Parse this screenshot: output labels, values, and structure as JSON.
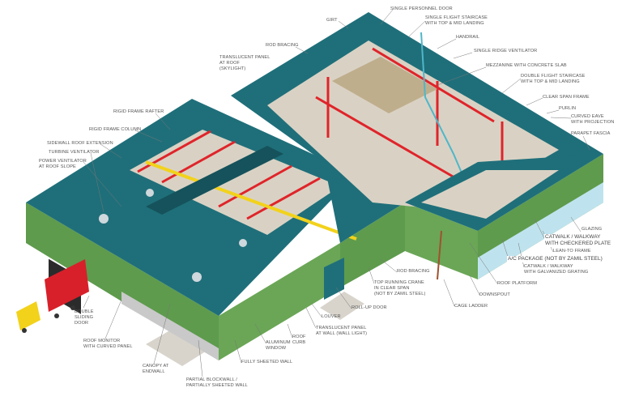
{
  "colors": {
    "roof": "#1f6f7a",
    "roof_dark": "#15525b",
    "wall": "#5e9b4d",
    "wall_dark": "#4a7f3c",
    "steel": "#e0242a",
    "crane": "#f2d21b",
    "glazing": "#bfe3ee",
    "floor": "#d9d2c4",
    "truck": "#d8202a"
  },
  "labels": {
    "single_personnel_door": [
      "SINGLE PERSONNEL DOOR"
    ],
    "girt": [
      "GIRT"
    ],
    "single_flight_staircase": [
      "SINGLE FLIGHT STAIRCASE",
      "WITH TOP & MID LANDING"
    ],
    "handrail": [
      "HANDRAIL"
    ],
    "rod_bracing_top": [
      "ROD BRACING"
    ],
    "single_ridge_ventilator": [
      "SINGLE RIDGE VENTILATOR"
    ],
    "translucent_panel_roof": [
      "TRANSLUCENT PANEL",
      "AT ROOF",
      "(SKYLIGHT)"
    ],
    "mezzanine": [
      "MEZZANINE WITH CONCRETE SLAB"
    ],
    "double_flight_staircase": [
      "DOUBLE FLIGHT STAIRCASE",
      "WITH TOP & MID LANDING"
    ],
    "clear_span_frame": [
      "CLEAR SPAN FRAME"
    ],
    "purlin": [
      "PURLIN"
    ],
    "curved_eave": [
      "CURVED EAVE",
      "WITH PROJECTION"
    ],
    "parapet_fascia": [
      "PARAPET FASCIA"
    ],
    "rigid_frame_rafter": [
      "RIGID FRAME RAFTER"
    ],
    "rigid_frame_column": [
      "RIGID FRAME COLUMN"
    ],
    "sidewall_roof_extension": [
      "SIDEWALL ROOF EXTENSION"
    ],
    "turbine_ventilator": [
      "TURBINE VENTILATOR"
    ],
    "power_ventilator": [
      "POWER VENTILATOR",
      "AT ROOF SLOPE"
    ],
    "glazing": [
      "GLAZING"
    ],
    "catwalk_checkered": [
      "CATWALK / WALKWAY",
      "WITH CHECKERED PLATE"
    ],
    "lean_to_frame": [
      "LEAN-TO FRAME"
    ],
    "ac_package": [
      "A/C PACKAGE (NOT BY ZAMIL STEEL)"
    ],
    "catwalk_galvanized": [
      "CATWALK / WALKWAY",
      "WITH GALVANIZED GRATING"
    ],
    "roof_platform": [
      "ROOF PLATFORM"
    ],
    "downspout": [
      "DOWNSPOUT"
    ],
    "cage_ladder": [
      "CAGE LADDER"
    ],
    "rod_bracing_bottom": [
      "ROD BRACING"
    ],
    "top_running_crane": [
      "TOP RUNNING CRANE",
      "IN CLEAR SPAN",
      "(NOT BY ZAMIL STEEL)"
    ],
    "roll_up_door": [
      "ROLL-UP DOOR"
    ],
    "louver": [
      "LOUVER"
    ],
    "translucent_panel_wall": [
      "TRANSLUCENT PANEL",
      "AT WALL (WALL LIGHT)"
    ],
    "roof_curb": [
      "ROOF",
      "CURB"
    ],
    "aluminum_window": [
      "ALUMINUM",
      "WINDOW"
    ],
    "fully_sheeted_wall": [
      "FULLY SHEETED WALL"
    ],
    "double_sliding_door": [
      "DOUBLE",
      "SLIDING",
      "DOOR"
    ],
    "roof_monitor": [
      "ROOF MONITOR",
      "WITH CURVED PANEL"
    ],
    "canopy_endwall": [
      "CANOPY AT",
      "ENDWALL"
    ],
    "partial_blockwall": [
      "PARTIAL BLOCKWALL /",
      "PARTIALLY SHEETED WALL"
    ]
  }
}
